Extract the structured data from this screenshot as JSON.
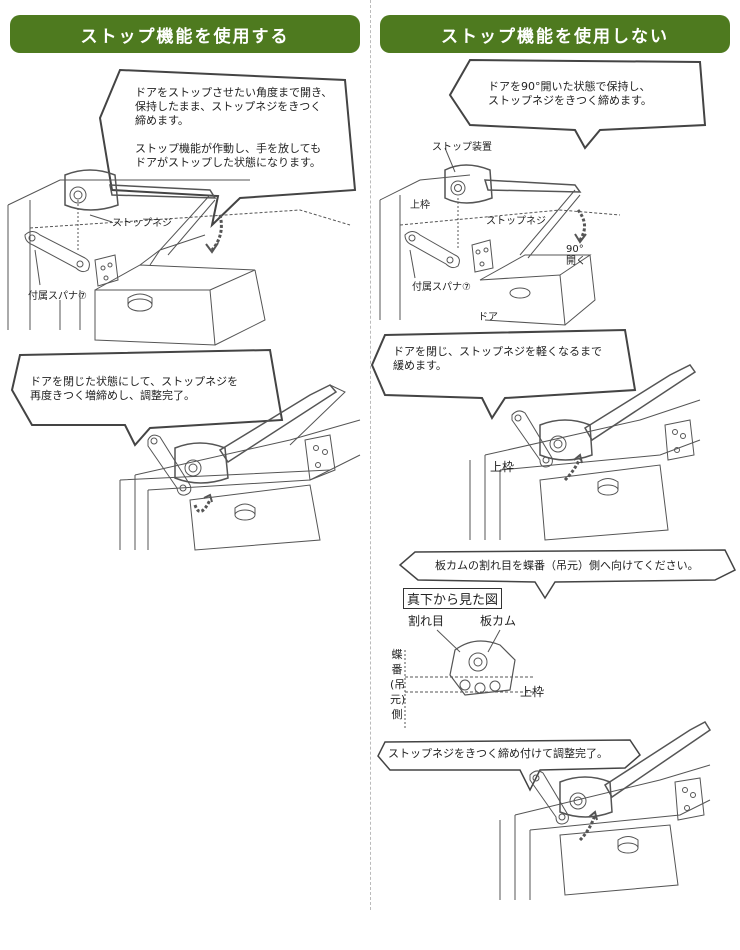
{
  "headers": {
    "left": "ストップ機能を使用する",
    "right": "ストップ機能を使用しない"
  },
  "left": {
    "bubble1": "ドアをストップさせたい角度まで開き、\n保持したまま、ストップネジをきつく\n締めます。\n\nストップ機能が作動し、手を放しても\nドアがストップした状態になります。",
    "label_stop_screw": "ストップネジ",
    "label_spanner": "付属スパナ⑦",
    "bubble2": "ドアを閉じた状態にして、ストップネジを\n再度きつく増締めし、調整完了。"
  },
  "right": {
    "bubble1": "ドアを90°開いた状態で保持し、\nストップネジをきつく締めます。",
    "label_stop_device": "ストップ装置",
    "label_frame": "上枠",
    "label_stop_screw": "ストップネジ",
    "label_angle": "90°\n開く",
    "label_spanner": "付属スパナ⑦",
    "label_door": "ドア",
    "bubble2": "ドアを閉じ、ストップネジを軽くなるまで\n緩めます。",
    "label_frame2": "上枠",
    "bubble3": "板カムの割れ目を蝶番（吊元）側へ向けてください。",
    "label_view": "真下から見た図",
    "label_split": "割れ目",
    "label_cam": "板カム",
    "label_hinge": "蝶\n番\n(吊\n元)\n側",
    "label_frame3": "上枠",
    "bubble4": "ストップネジをきつく締め付けて調整完了。"
  },
  "colors": {
    "header_bg": "#4e7a1f",
    "header_text": "#ffffff",
    "line": "#444444"
  }
}
